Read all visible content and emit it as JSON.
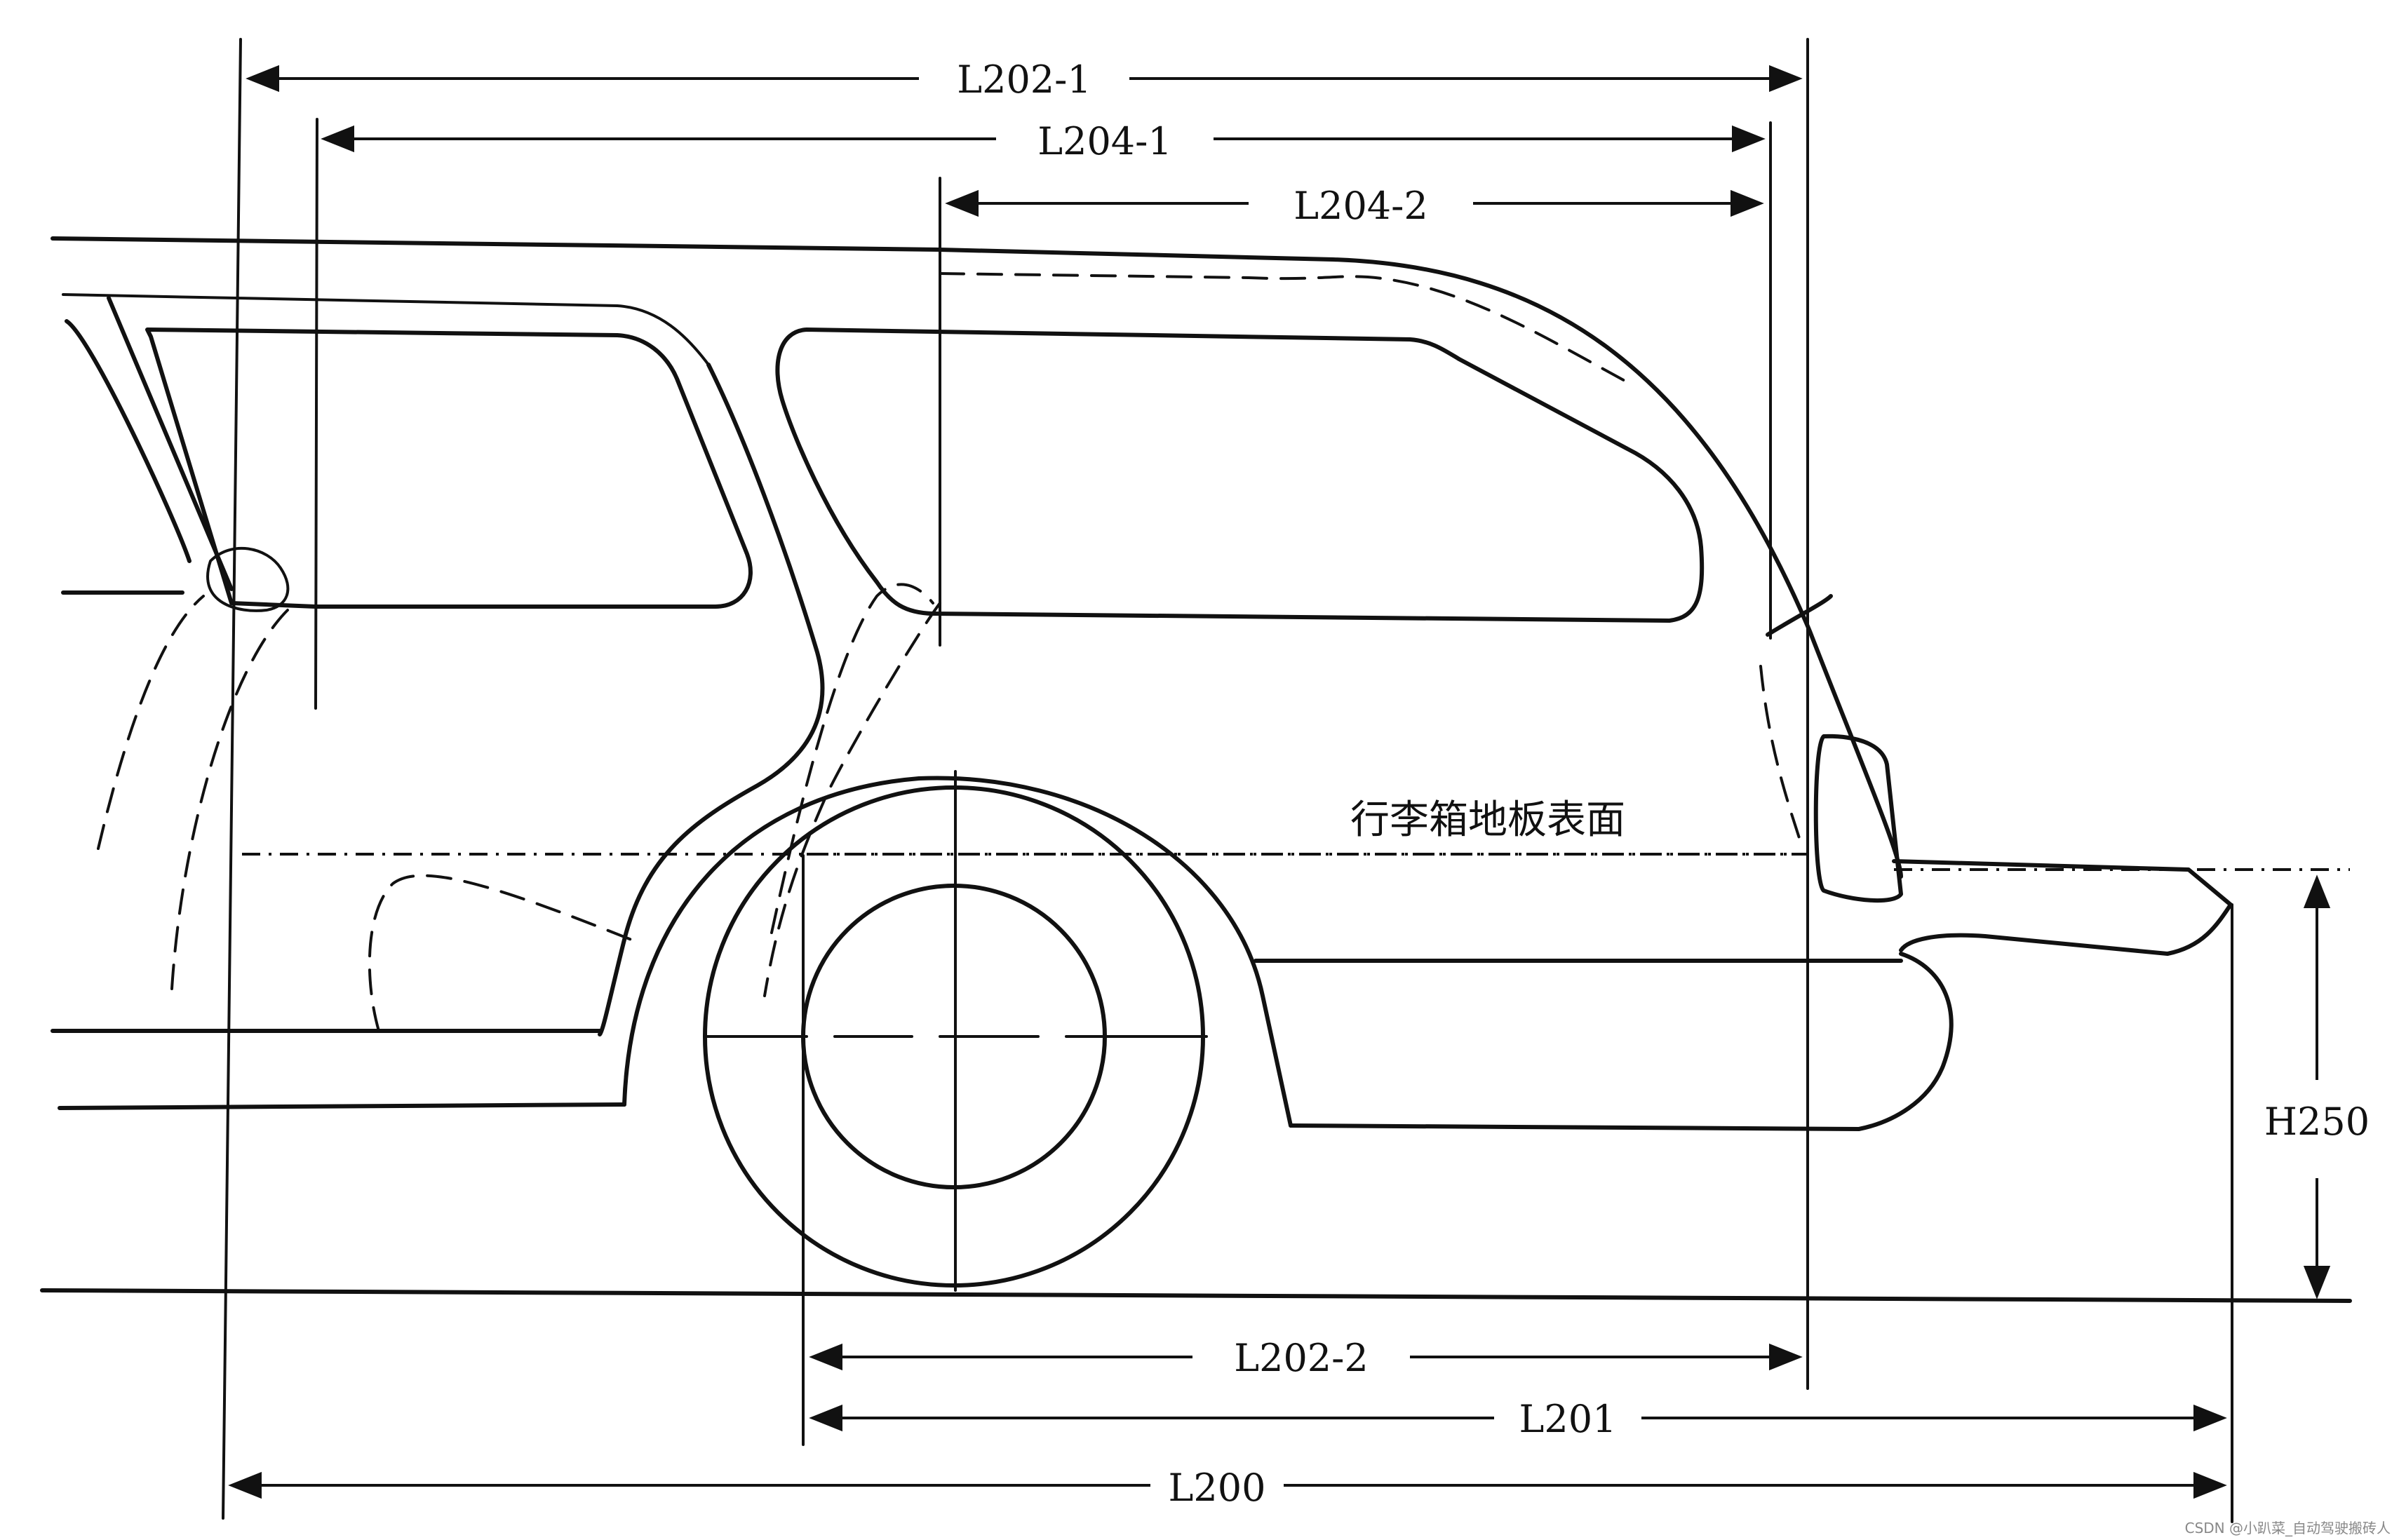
{
  "dimensions": {
    "l202_1": "L202-1",
    "l204_1": "L204-1",
    "l204_2": "L204-2",
    "l202_2": "L202-2",
    "l201": "L201",
    "l200": "L200",
    "h250": "H250"
  },
  "annotation": {
    "trunk_floor": "行李箱地板表面"
  },
  "watermark": "CSDN @小趴菜_自动驾驶搬砖人"
}
